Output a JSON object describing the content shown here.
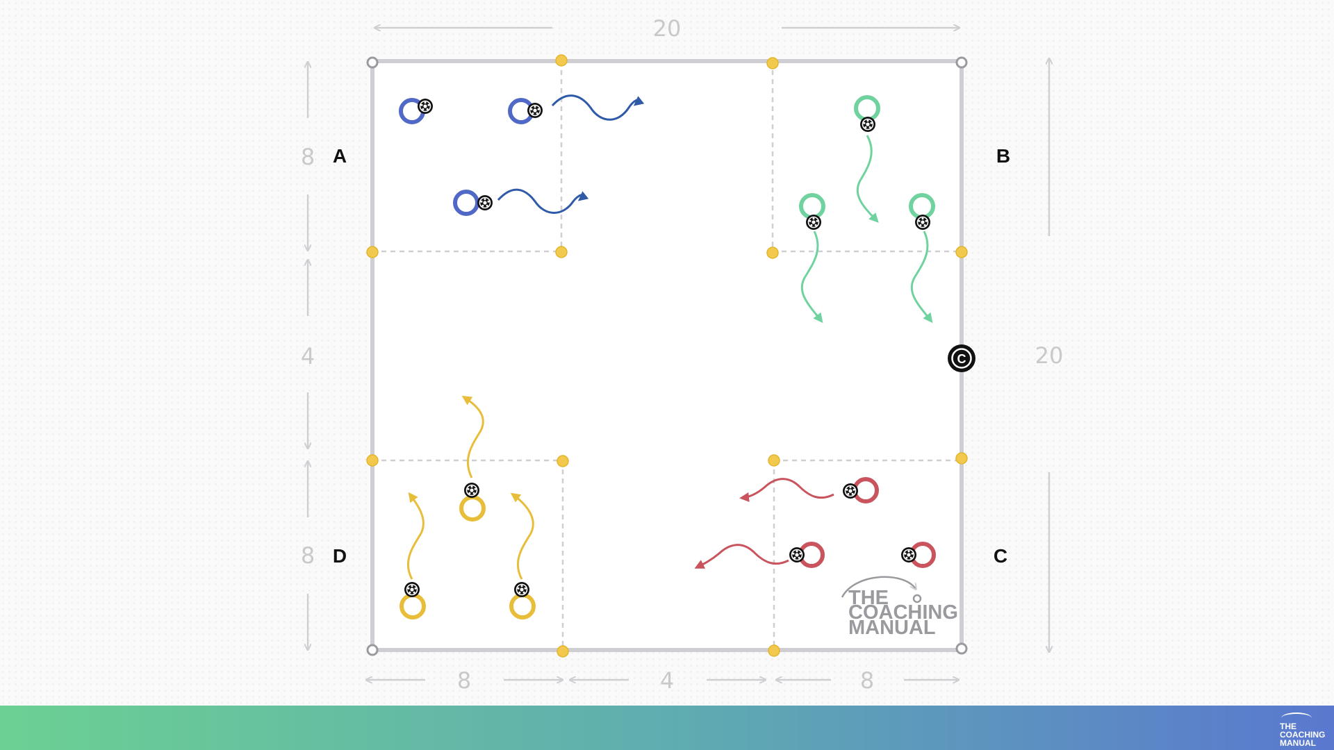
{
  "dimensions": {
    "top_total": "20",
    "right_total": "20",
    "left_segments": [
      "8",
      "4",
      "8"
    ],
    "bottom_segments": [
      "8",
      "4",
      "8"
    ]
  },
  "zones": {
    "a": "A",
    "b": "B",
    "c": "C",
    "d": "D"
  },
  "center_marker": "C",
  "team_colors": {
    "blue": "#5068c6",
    "green": "#6fd29f",
    "red": "#c9545e",
    "yellow": "#e8bd3a",
    "pitch_line": "#cfcfd3",
    "cone": "#f2c94c"
  },
  "watermark": [
    "THE",
    "COACHING",
    "MANUAL"
  ],
  "footer_logo": [
    "THE",
    "COACHING",
    "MANUAL"
  ]
}
